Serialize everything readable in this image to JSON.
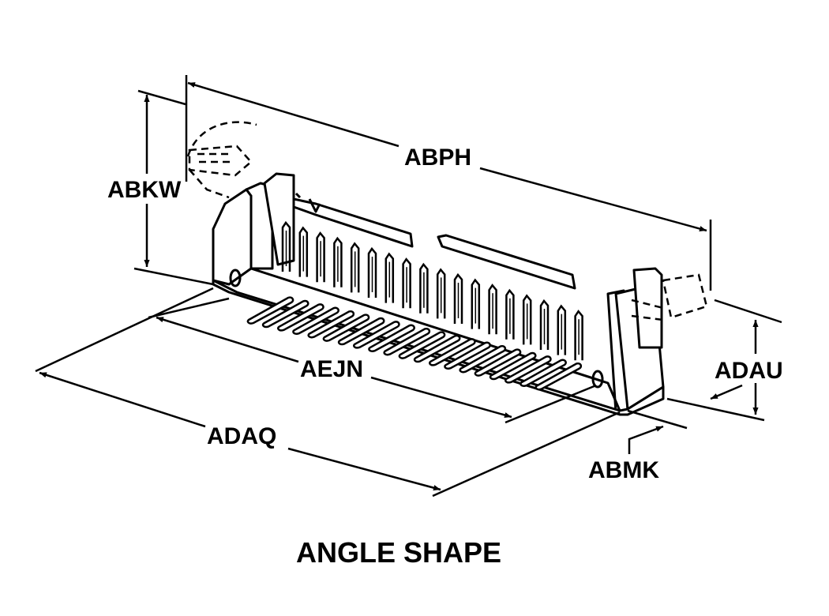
{
  "caption": "ANGLE SHAPE",
  "dimensions": {
    "abph": "ABPH",
    "abkw": "ABKW",
    "aejn": "AEJN",
    "adaq": "ADAQ",
    "adau": "ADAU",
    "abmk": "ABMK"
  },
  "pins": {
    "top_row_count": 18,
    "bottom_row_count": 20
  },
  "colors": {
    "line": "#000000",
    "background": "#ffffff"
  }
}
